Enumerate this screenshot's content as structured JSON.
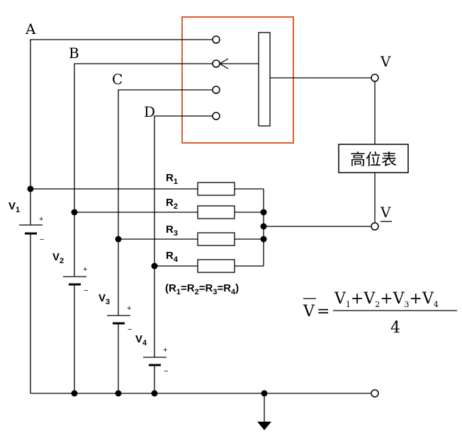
{
  "switch_labels": [
    "A",
    "B",
    "C",
    "D"
  ],
  "battery_labels": [
    {
      "main": "V",
      "sub": "1"
    },
    {
      "main": "V",
      "sub": "2"
    },
    {
      "main": "V",
      "sub": "3"
    },
    {
      "main": "V",
      "sub": "4"
    }
  ],
  "resistor_labels": [
    {
      "main": "R",
      "sub": "1"
    },
    {
      "main": "R",
      "sub": "2"
    },
    {
      "main": "R",
      "sub": "3"
    },
    {
      "main": "R",
      "sub": "4"
    }
  ],
  "battery_plus": "+",
  "battery_minus": "−",
  "equality_note": {
    "open": "(",
    "r": "R",
    "eq": "=",
    "close": ")",
    "subs": [
      "1",
      "2",
      "3",
      "4"
    ]
  },
  "terminal_v": "V",
  "terminal_vbar": "V",
  "meter_label": "高位表",
  "formula": {
    "lhs": "V",
    "equals": "=",
    "numerator_terms": [
      "1",
      "2",
      "3",
      "4"
    ],
    "plus": "+",
    "denominator": "4"
  },
  "colors": {
    "switch_box": "#e05a33",
    "wire": "#000000"
  }
}
